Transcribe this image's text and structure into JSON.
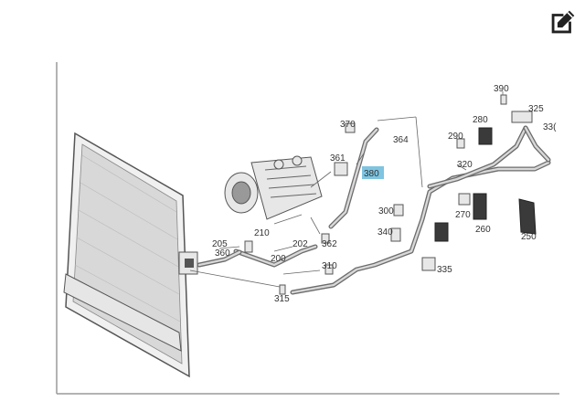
{
  "toolbar": {
    "edit_icon": "pencil-square-icon"
  },
  "diagram": {
    "labels": [
      {
        "id": "390",
        "text": "390"
      },
      {
        "id": "325",
        "text": "325"
      },
      {
        "id": "330",
        "text": "33("
      },
      {
        "id": "280",
        "text": "280"
      },
      {
        "id": "370",
        "text": "370"
      },
      {
        "id": "364",
        "text": "364"
      },
      {
        "id": "290",
        "text": "290"
      },
      {
        "id": "361",
        "text": "361"
      },
      {
        "id": "380",
        "text": "380"
      },
      {
        "id": "320",
        "text": "320"
      },
      {
        "id": "300",
        "text": "300"
      },
      {
        "id": "270",
        "text": "270"
      },
      {
        "id": "260",
        "text": "260"
      },
      {
        "id": "250",
        "text": "250"
      },
      {
        "id": "340",
        "text": "340"
      },
      {
        "id": "362",
        "text": "362"
      },
      {
        "id": "205",
        "text": "205"
      },
      {
        "id": "210",
        "text": "210"
      },
      {
        "id": "202",
        "text": "202"
      },
      {
        "id": "200",
        "text": "200"
      },
      {
        "id": "310",
        "text": "310"
      },
      {
        "id": "335",
        "text": "335"
      },
      {
        "id": "360",
        "text": "360"
      },
      {
        "id": "315",
        "text": "315"
      }
    ],
    "highlighted_label": "380",
    "colors": {
      "highlight": "#7fc4e0",
      "frame": "#9a9a9a"
    }
  }
}
